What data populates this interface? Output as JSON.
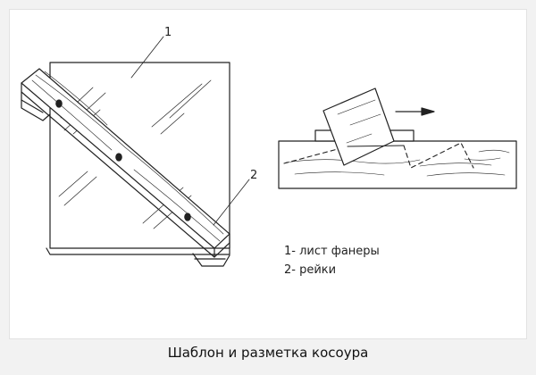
{
  "labels": {
    "plywood_number": "1",
    "slats_number": "2"
  },
  "legend": [
    {
      "text": "1- лист фанеры"
    },
    {
      "text": "2- рейки"
    }
  ],
  "caption": "Шаблон и разметка косоура",
  "colors": {
    "ink": "#222222",
    "background": "#f2f2f2",
    "panel": "#ffffff"
  }
}
